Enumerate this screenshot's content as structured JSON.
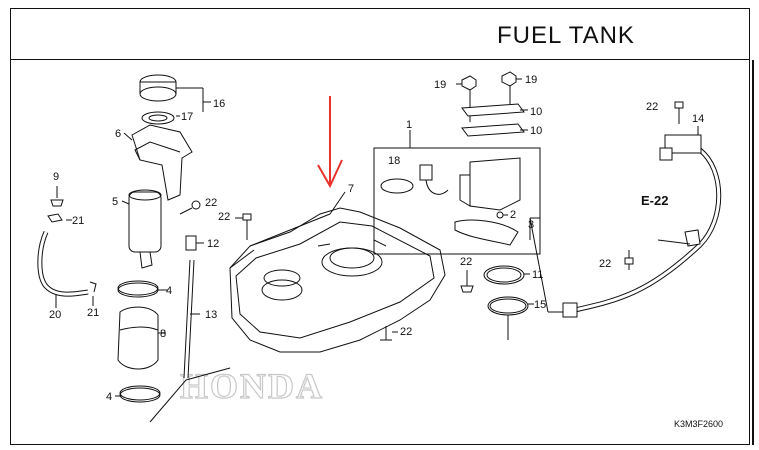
{
  "page": {
    "title": "FUEL  TANK",
    "diagram_code": "K3M3F2600",
    "reference": "E-22",
    "watermark": "HONDA"
  },
  "callouts": [
    {
      "id": "c1",
      "text": "1"
    },
    {
      "id": "c2",
      "text": "2"
    },
    {
      "id": "c3",
      "text": "3"
    },
    {
      "id": "c4a",
      "text": "4"
    },
    {
      "id": "c4b",
      "text": "4"
    },
    {
      "id": "c5",
      "text": "5"
    },
    {
      "id": "c6",
      "text": "6"
    },
    {
      "id": "c7",
      "text": "7"
    },
    {
      "id": "c8",
      "text": "8"
    },
    {
      "id": "c9",
      "text": "9"
    },
    {
      "id": "c10a",
      "text": "10"
    },
    {
      "id": "c10b",
      "text": "10"
    },
    {
      "id": "c11",
      "text": "11"
    },
    {
      "id": "c12",
      "text": "12"
    },
    {
      "id": "c13",
      "text": "13"
    },
    {
      "id": "c14",
      "text": "14"
    },
    {
      "id": "c15",
      "text": "15"
    },
    {
      "id": "c16",
      "text": "16"
    },
    {
      "id": "c17",
      "text": "17"
    },
    {
      "id": "c18",
      "text": "18"
    },
    {
      "id": "c19a",
      "text": "19"
    },
    {
      "id": "c19b",
      "text": "19"
    },
    {
      "id": "c20",
      "text": "20"
    },
    {
      "id": "c21a",
      "text": "21"
    },
    {
      "id": "c21b",
      "text": "21"
    },
    {
      "id": "c22a",
      "text": "22"
    },
    {
      "id": "c22b",
      "text": "22"
    },
    {
      "id": "c22c",
      "text": "22"
    },
    {
      "id": "c22d",
      "text": "22"
    },
    {
      "id": "c22e",
      "text": "22"
    },
    {
      "id": "c22f",
      "text": "22"
    }
  ],
  "colors": {
    "line": "#111111",
    "arrow": "#e8322b",
    "watermark": "#c8c8c8"
  }
}
